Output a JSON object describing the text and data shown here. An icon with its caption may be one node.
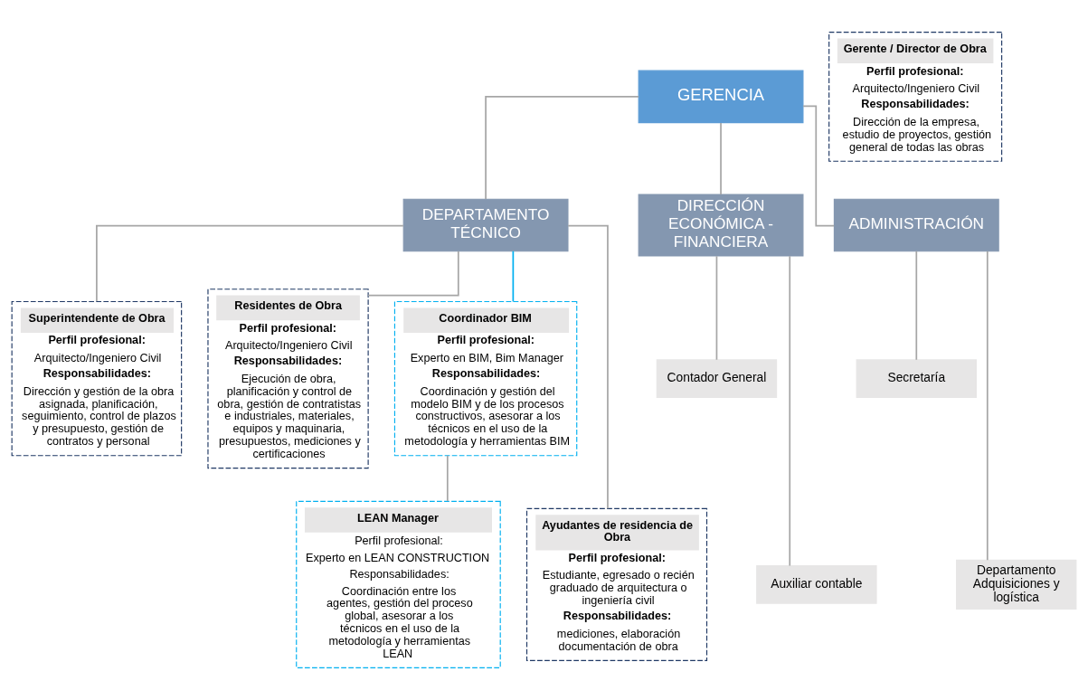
{
  "diagram": {
    "nodes": [
      {
        "text": [
          "GERENCIA"
        ]
      },
      {
        "text": [
          "Gerente / Director de Obra",
          "Perfil profesional:",
          "Arquitecto/Ingeniero Civil",
          "Responsabilidades:",
          "Dirección de la empresa, estudio de proyectos, gestión general de todas las obras"
        ]
      },
      {
        "text": [
          "DEPARTAMENTO TÉCNICO"
        ]
      },
      {
        "text": [
          "DIRECCIÓN ECONÓMICA - FINANCIERA"
        ]
      },
      {
        "text": [
          "ADMINISTRACIÓN"
        ]
      },
      {
        "text": [
          "Superintendente de Obra",
          "Perfil profesional:",
          "Arquitecto/Ingeniero Civil",
          "Responsabilidades:",
          "Dirección y gestión de la obra asignada, planificación, seguimiento, control de plazos y presupuesto, gestión de contratos y personal"
        ]
      },
      {
        "text": [
          "Residentes de Obra",
          "Perfil profesional:",
          "Arquitecto/Ingeniero Civil",
          "Responsabilidades:",
          "Ejecución de obra, planificación y control de obra, gestión de contratistas e industriales, materiales, equipos y maquinaria, presupuestos, mediciones y certificaciones"
        ]
      },
      {
        "text": [
          "Coordinador BIM",
          "Perfil profesional:",
          "Experto en BIM, Bim Manager",
          "Responsabilidades:",
          "Coordinación y gestión del modelo BIM y de los procesos constructivos, asesorar a los técnicos en el uso de la metodología y herramientas BIM"
        ]
      },
      {
        "text": [
          "Contador General"
        ]
      },
      {
        "text": [
          "Secretaría"
        ]
      },
      {
        "text": [
          "Ayudantes de residencia de Obra",
          "Perfil profesional:",
          "Estudiante, egresado o recién graduado de arquitectura o ingeniería civil",
          "Responsabilidades:",
          "mediciones, elaboración documentación de obra"
        ]
      },
      {
        "text": [
          "LEAN Manager",
          "Perfil profesional:",
          "Experto en LEAN CONSTRUCTION",
          "Responsabilidades:",
          "Coordinación entre los agentes, gestión del proceso global, asesorar a los técnicos en el uso de la metodología y herramientas LEAN"
        ]
      },
      {
        "text": [
          "Auxiliar contable"
        ]
      },
      {
        "text": [
          "Departamento Adquisiciones y logística"
        ]
      }
    ],
    "edges": [
      {
        "from": 0,
        "to": 2,
        "arrow": "none"
      },
      {
        "from": 0,
        "to": 3,
        "arrow": "none"
      },
      {
        "from": 0,
        "to": 4,
        "arrow": "none"
      },
      {
        "from": 2,
        "to": 5,
        "arrow": "none"
      },
      {
        "from": 2,
        "to": 6,
        "arrow": "none"
      },
      {
        "from": 2,
        "to": 10,
        "arrow": "none"
      },
      {
        "from": 2,
        "to": 7,
        "arrow": "none",
        "color": "#00b0f0"
      },
      {
        "from": 7,
        "to": 11,
        "arrow": "none"
      },
      {
        "from": 3,
        "to": 8,
        "arrow": "none"
      },
      {
        "from": 3,
        "to": 12,
        "arrow": "none"
      },
      {
        "from": 4,
        "to": 9,
        "arrow": "none"
      },
      {
        "from": 4,
        "to": 13,
        "arrow": "none"
      }
    ]
  }
}
